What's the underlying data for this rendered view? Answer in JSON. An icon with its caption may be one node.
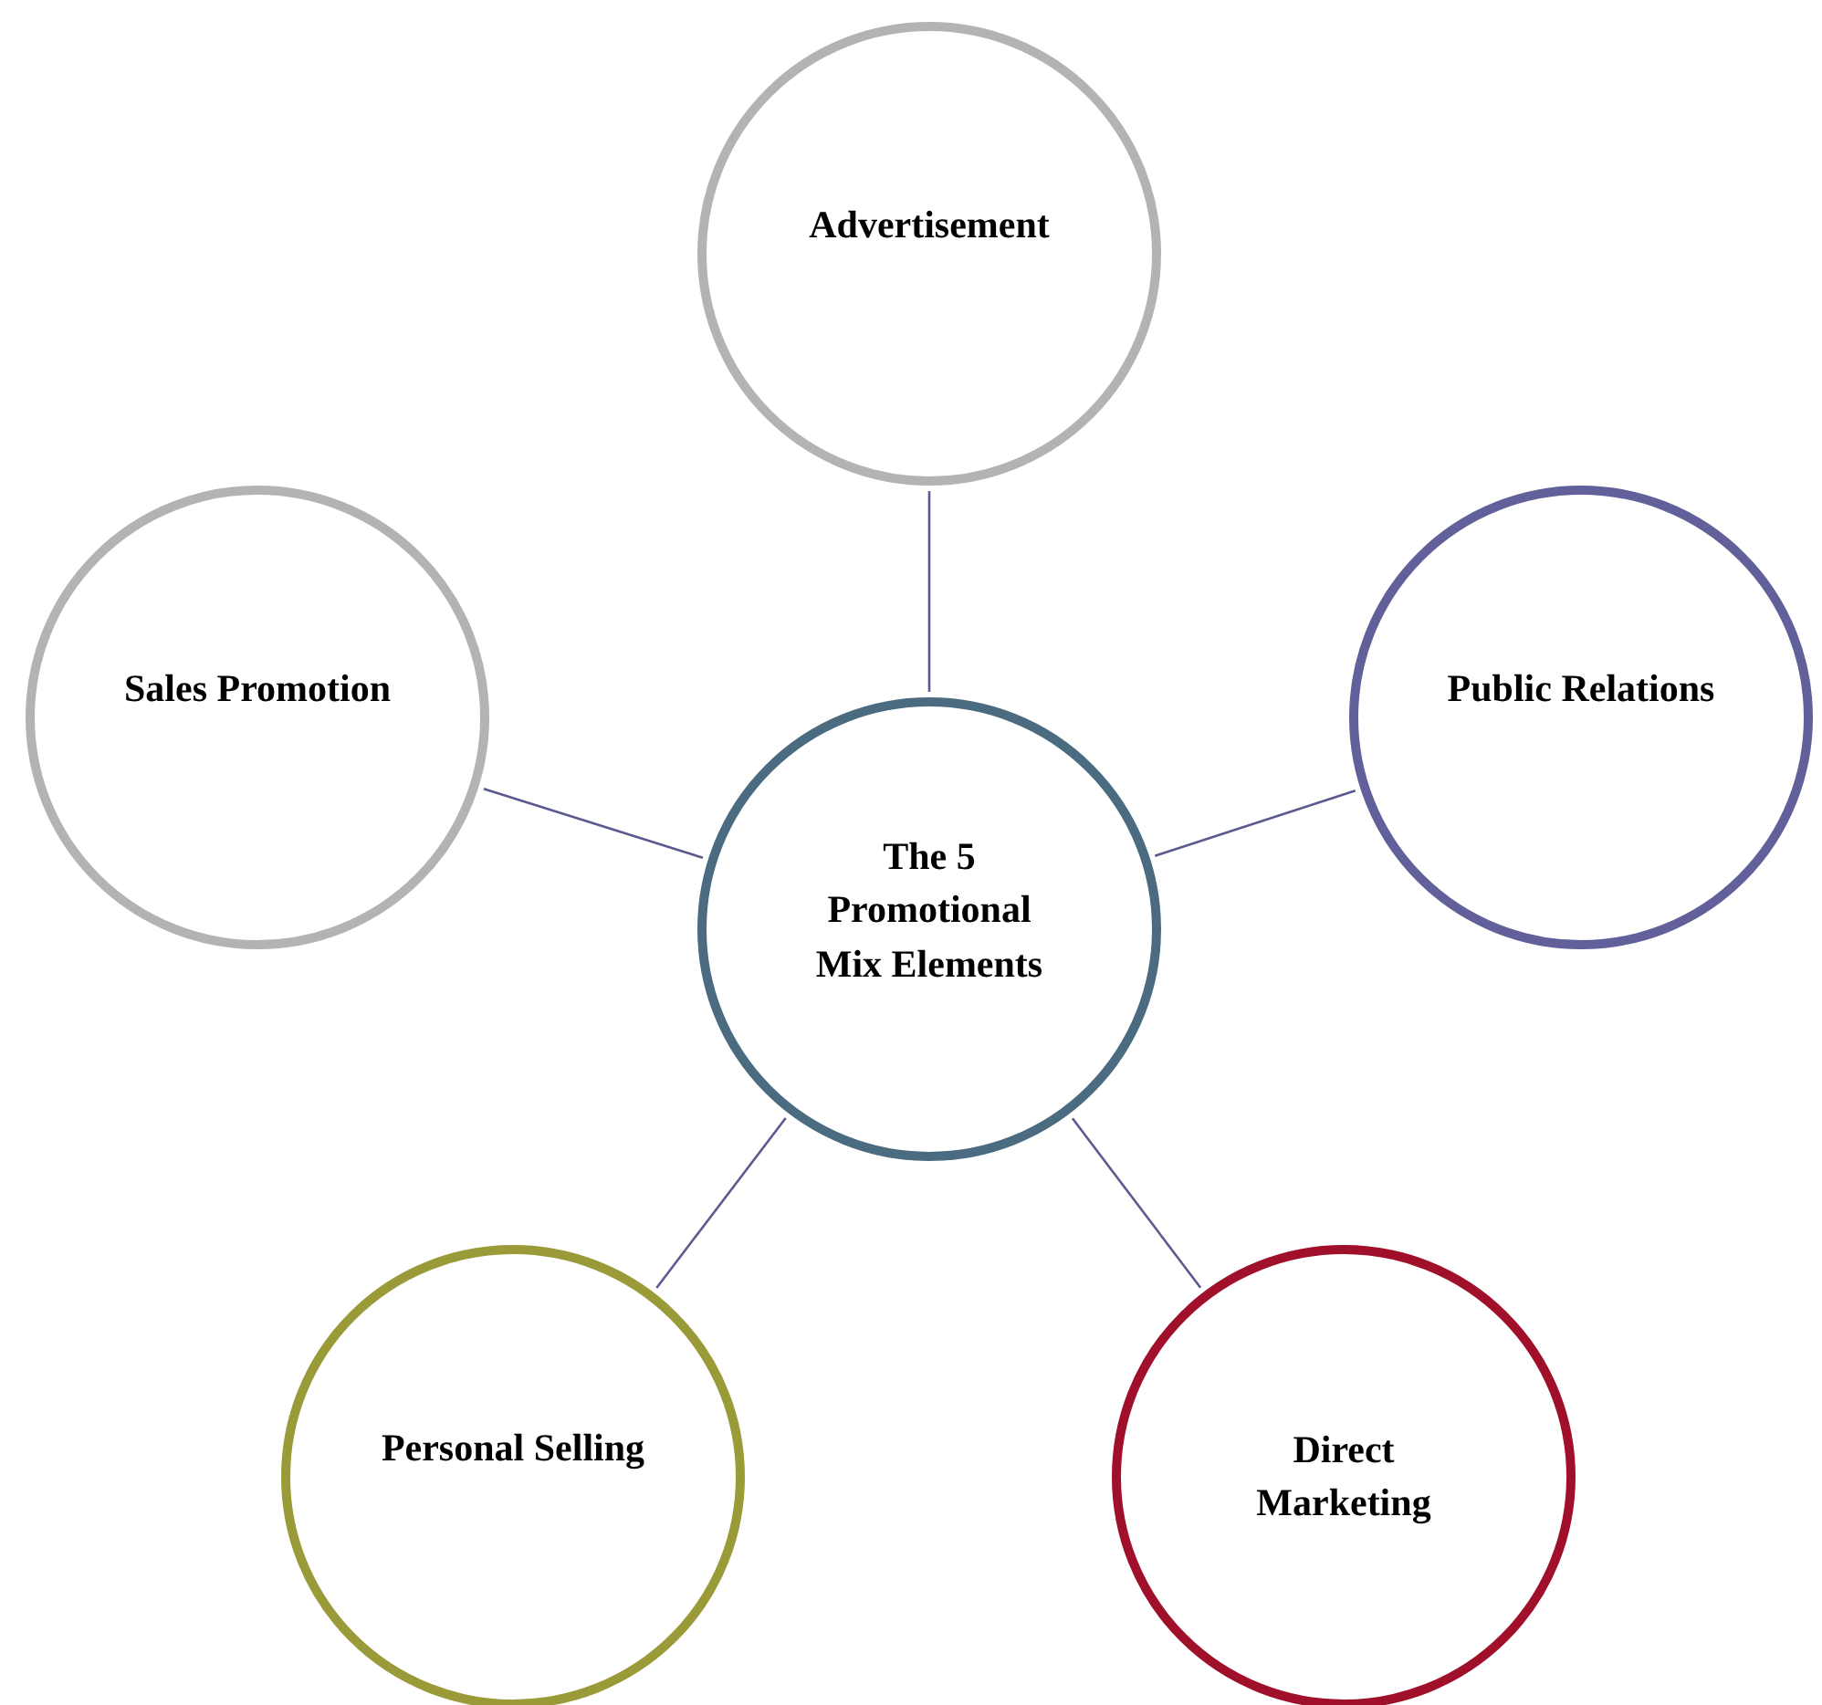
{
  "diagram": {
    "nodes": [
      {
        "text": [
          "The 5 Promotional Mix Elements"
        ]
      },
      {
        "text": [
          "Advertisement"
        ]
      },
      {
        "text": [
          "Sales Promotion"
        ]
      },
      {
        "text": [
          "Public Relations"
        ]
      },
      {
        "text": [
          "Personal Selling"
        ]
      },
      {
        "text": [
          "Direct Marketing"
        ]
      }
    ],
    "edges": [
      {
        "from": 0,
        "to": 1,
        "arrow": "none"
      },
      {
        "from": 0,
        "to": 2,
        "arrow": "none"
      },
      {
        "from": 0,
        "to": 3,
        "arrow": "none"
      },
      {
        "from": 0,
        "to": 4,
        "arrow": "none"
      },
      {
        "from": 0,
        "to": 5,
        "arrow": "none"
      }
    ]
  }
}
